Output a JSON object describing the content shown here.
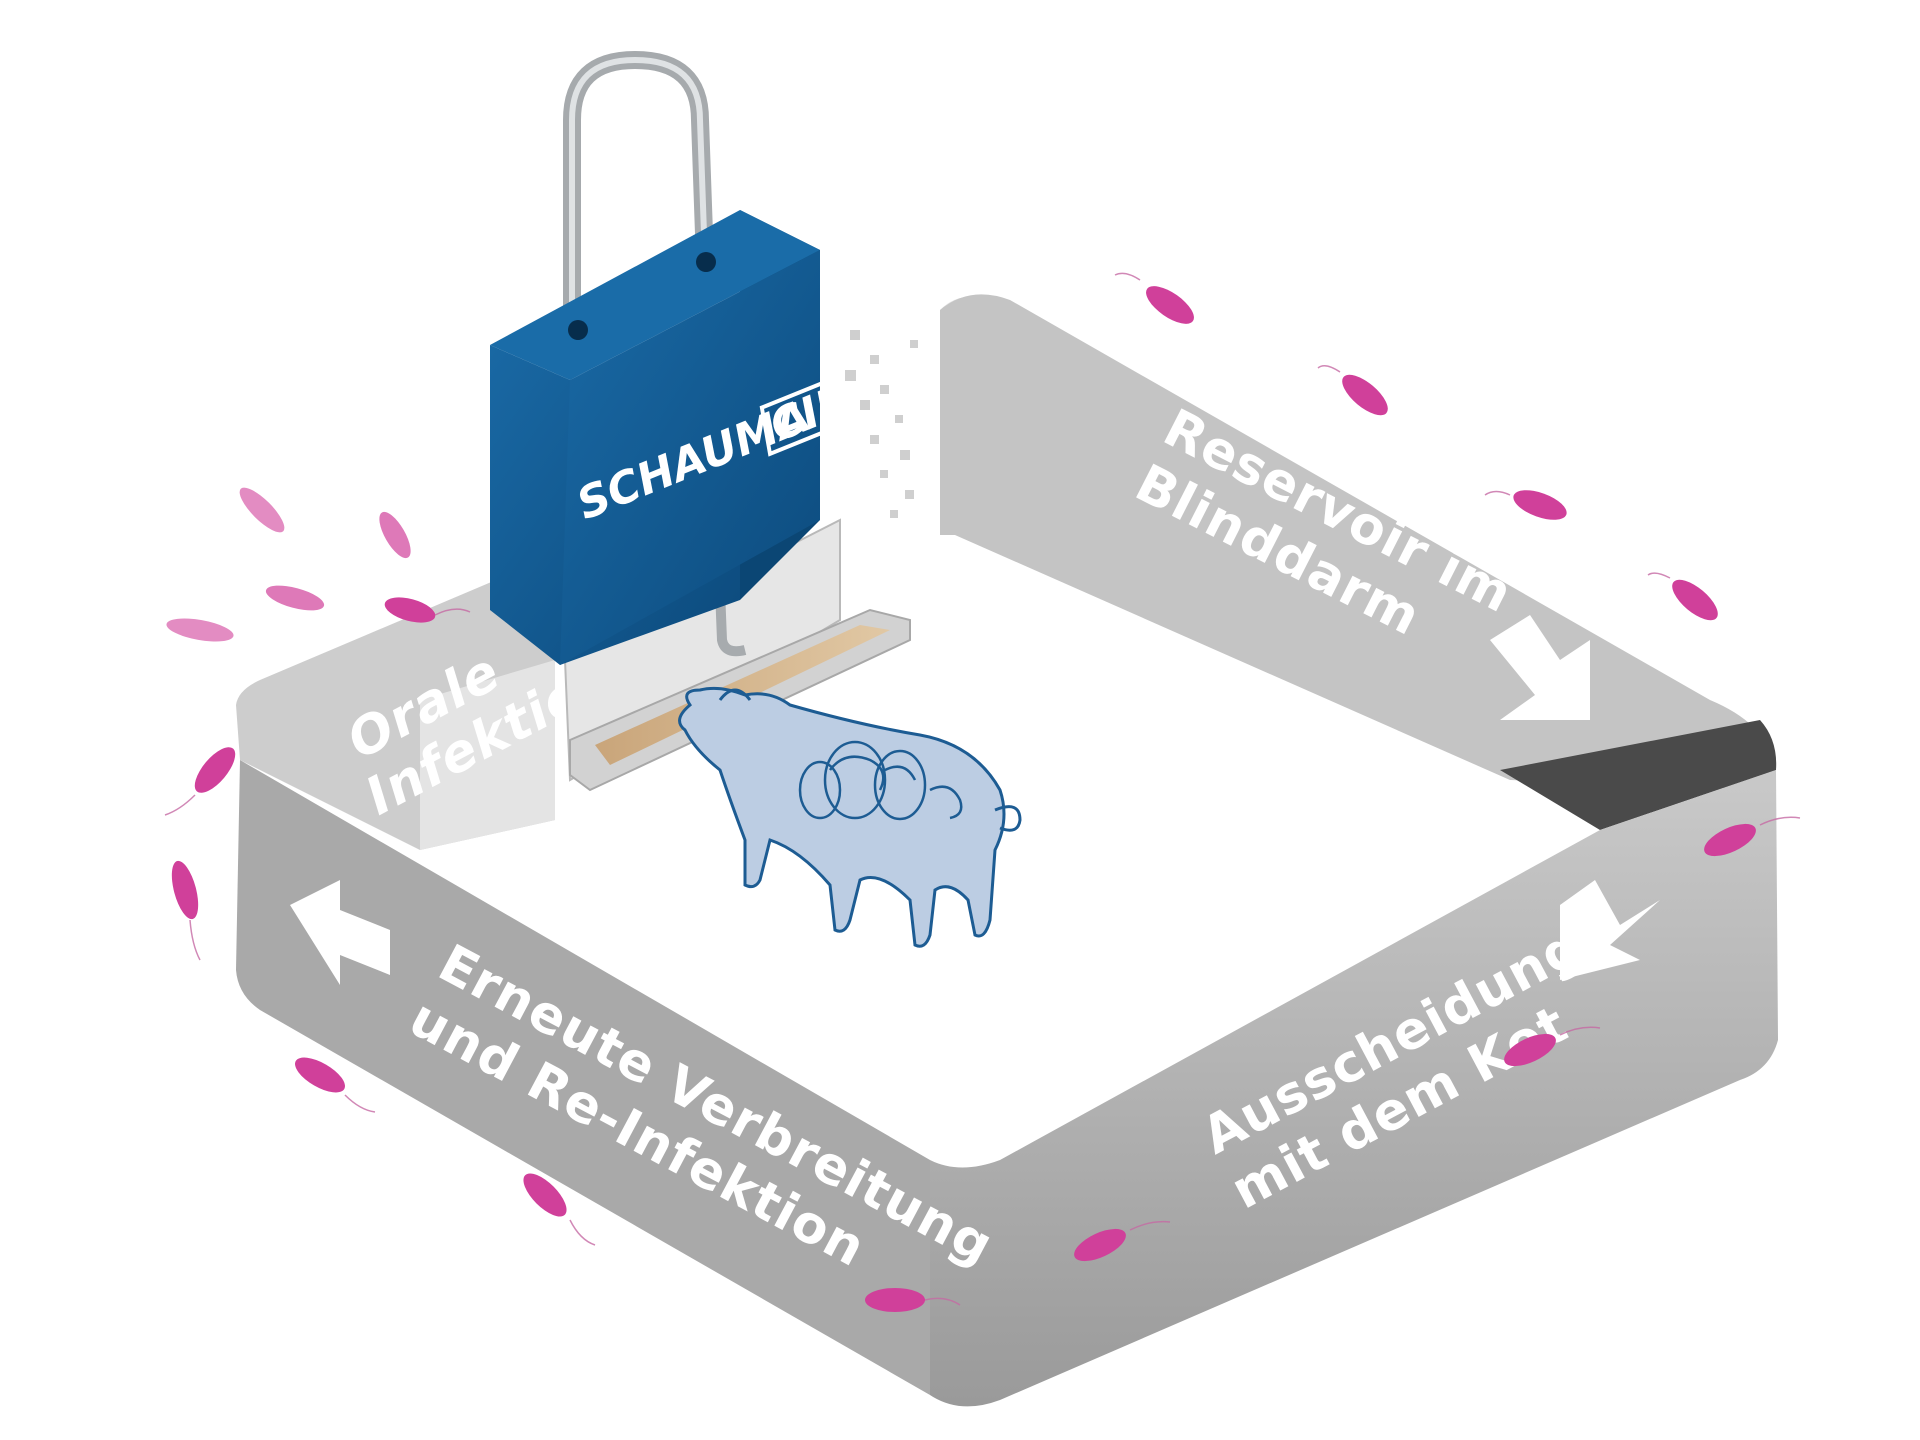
{
  "product": {
    "brand_left": "SCHAUMA",
    "brand_right": "CID",
    "colors": {
      "body": "#0f5a92",
      "body_dark": "#0b4674",
      "handle": "#b8bcbf"
    }
  },
  "cycle": {
    "colors": {
      "band": "#bdbdbd",
      "band_dark": "#8c8c8c",
      "band_light": "#dedede",
      "bacteria": "#d0409a",
      "pig": "#bccde3",
      "pig_outline": "#1d5c93"
    },
    "steps": [
      {
        "id": "orale",
        "line1": "Orale",
        "line2": "Infektion"
      },
      {
        "id": "reservoir",
        "line1": "Reservoir im",
        "line2": "Blinddarm"
      },
      {
        "id": "ausscheidung",
        "line1": "Ausscheidung",
        "line2": "mit dem Kot"
      },
      {
        "id": "erneute",
        "line1": "Erneute Verbreitung",
        "line2": "und Re-Infektion"
      }
    ],
    "arrows": [
      "arrow-right-down",
      "arrow-left-down",
      "arrow-left"
    ]
  }
}
